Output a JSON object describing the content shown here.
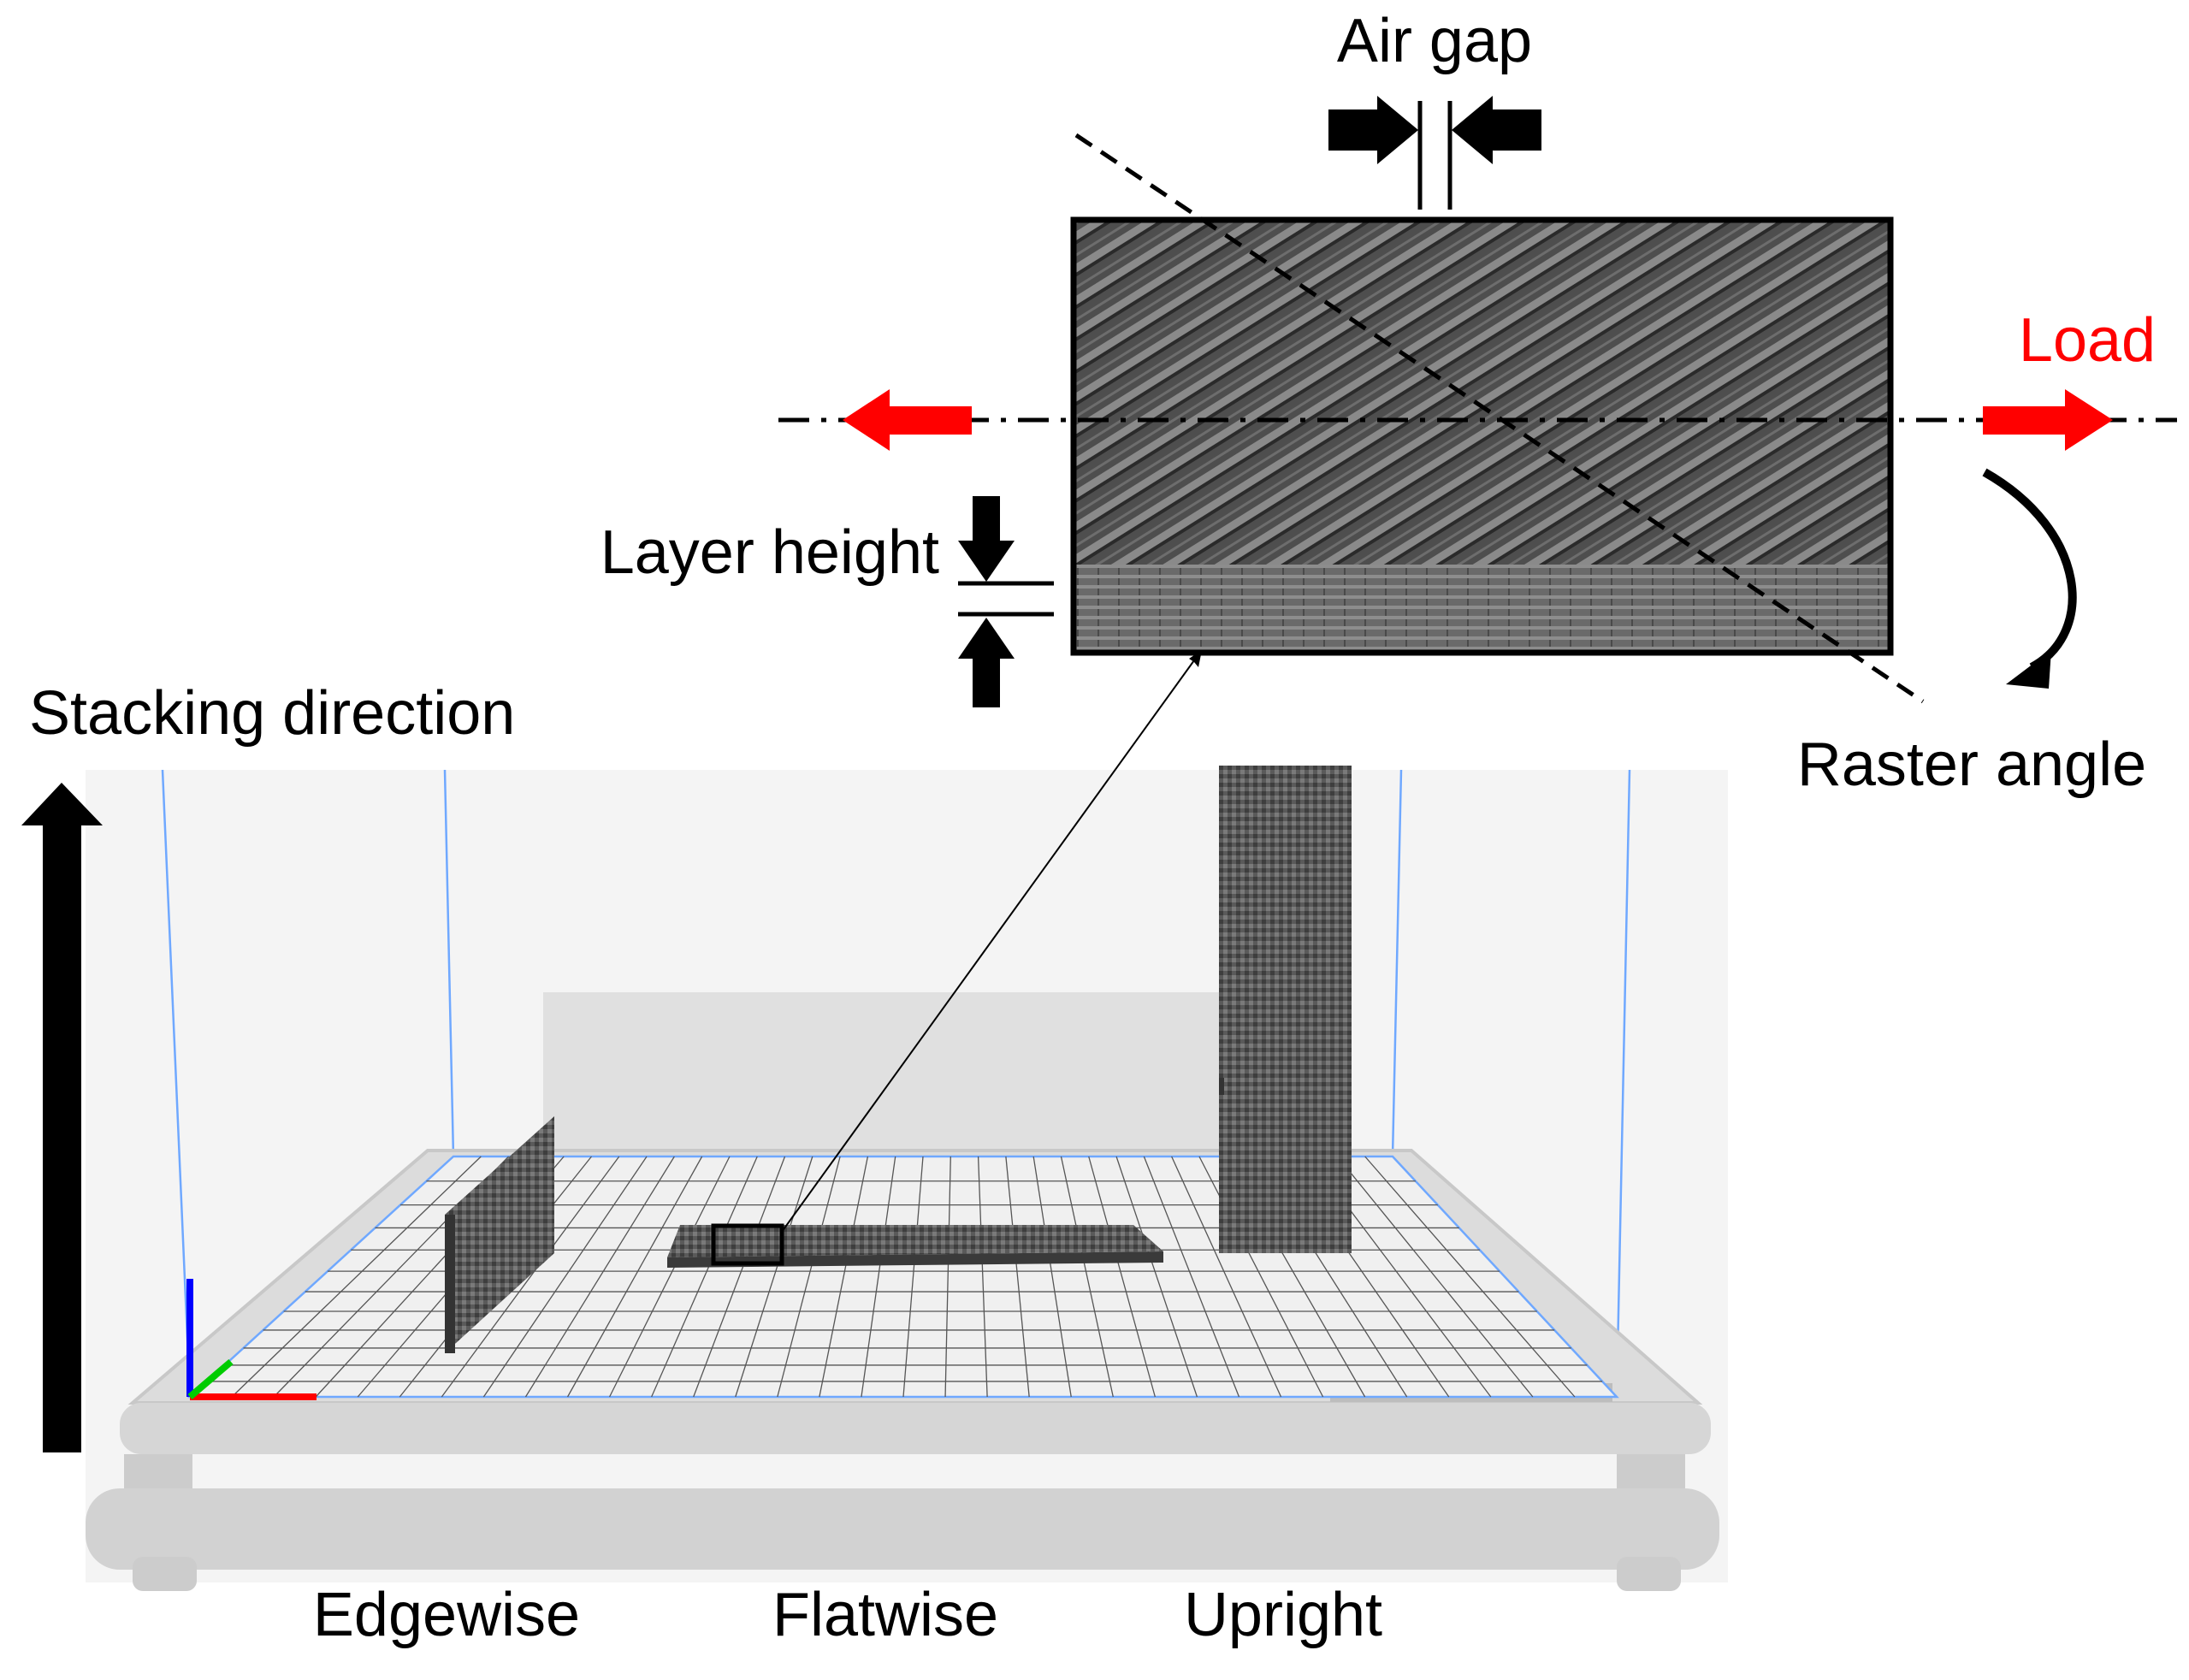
{
  "labels": {
    "air_gap": "Air gap",
    "load": "Load",
    "layer_height": "Layer height",
    "stacking_direction": "Stacking direction",
    "raster_angle": "Raster angle",
    "edgewise": "Edgewise",
    "flatwise": "Flatwise",
    "upright": "Upright"
  },
  "colors": {
    "load_arrow": "#ff0000",
    "load_text": "#ff0000",
    "specimen": "#555555",
    "bed_grid": "#444444",
    "build_volume_edge": "#6fa8ff",
    "axis_x": "#ff0000",
    "axis_y": "#00cc00",
    "axis_z": "#0000ff"
  }
}
